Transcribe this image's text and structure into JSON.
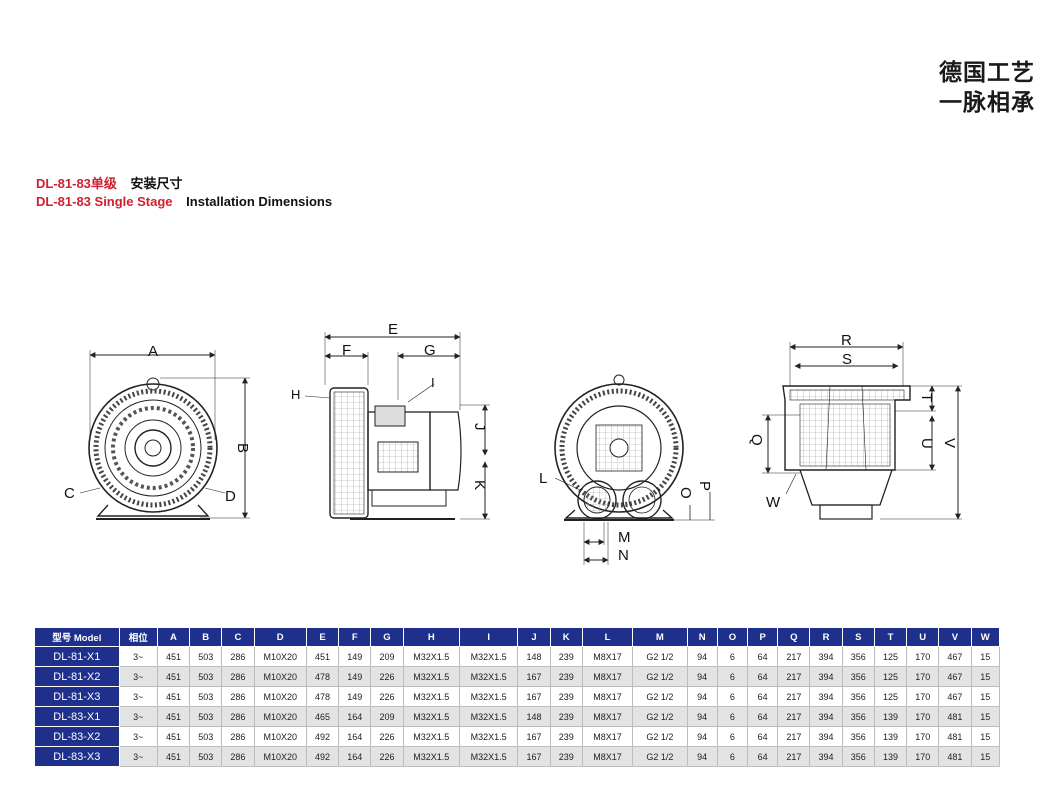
{
  "slogan": {
    "line1": "德国工艺",
    "line2": "一脉相承"
  },
  "heading": {
    "cn_model": "DL-81-83单级",
    "cn_title": "安装尺寸",
    "en_model": "DL-81-83 Single Stage",
    "en_title": "Installation Dimensions"
  },
  "drawing_labels": {
    "front": {
      "A": "A",
      "B": "B",
      "C": "C",
      "D": "D"
    },
    "side": {
      "E": "E",
      "F": "F",
      "G": "G",
      "H": "H",
      "I": "I",
      "J": "J",
      "K": "K"
    },
    "back": {
      "L": "L",
      "M": "M",
      "N": "N",
      "O": "O",
      "P": "P"
    },
    "top": {
      "R": "R",
      "S": "S",
      "T": "T",
      "U": "U",
      "V": "V",
      "Q": "Q",
      "W": "W"
    }
  },
  "table": {
    "headers": [
      "型号 Model",
      "相位",
      "A",
      "B",
      "C",
      "D",
      "E",
      "F",
      "G",
      "H",
      "I",
      "J",
      "K",
      "L",
      "M",
      "N",
      "O",
      "P",
      "Q",
      "R",
      "S",
      "T",
      "U",
      "V",
      "W"
    ],
    "rows": [
      [
        "DL-81-X1",
        "3~",
        "451",
        "503",
        "286",
        "M10X20",
        "451",
        "149",
        "209",
        "M32X1.5",
        "M32X1.5",
        "148",
        "239",
        "M8X17",
        "G2 1/2",
        "94",
        "6",
        "64",
        "217",
        "394",
        "356",
        "125",
        "170",
        "467",
        "15"
      ],
      [
        "DL-81-X2",
        "3~",
        "451",
        "503",
        "286",
        "M10X20",
        "478",
        "149",
        "226",
        "M32X1.5",
        "M32X1.5",
        "167",
        "239",
        "M8X17",
        "G2 1/2",
        "94",
        "6",
        "64",
        "217",
        "394",
        "356",
        "125",
        "170",
        "467",
        "15"
      ],
      [
        "DL-81-X3",
        "3~",
        "451",
        "503",
        "286",
        "M10X20",
        "478",
        "149",
        "226",
        "M32X1.5",
        "M32X1.5",
        "167",
        "239",
        "M8X17",
        "G2 1/2",
        "94",
        "6",
        "64",
        "217",
        "394",
        "356",
        "125",
        "170",
        "467",
        "15"
      ],
      [
        "DL-83-X1",
        "3~",
        "451",
        "503",
        "286",
        "M10X20",
        "465",
        "164",
        "209",
        "M32X1.5",
        "M32X1.5",
        "148",
        "239",
        "M8X17",
        "G2 1/2",
        "94",
        "6",
        "64",
        "217",
        "394",
        "356",
        "139",
        "170",
        "481",
        "15"
      ],
      [
        "DL-83-X2",
        "3~",
        "451",
        "503",
        "286",
        "M10X20",
        "492",
        "164",
        "226",
        "M32X1.5",
        "M32X1.5",
        "167",
        "239",
        "M8X17",
        "G2 1/2",
        "94",
        "6",
        "64",
        "217",
        "394",
        "356",
        "139",
        "170",
        "481",
        "15"
      ],
      [
        "DL-83-X3",
        "3~",
        "451",
        "503",
        "286",
        "M10X20",
        "492",
        "164",
        "226",
        "M32X1.5",
        "M32X1.5",
        "167",
        "239",
        "M8X17",
        "G2 1/2",
        "94",
        "6",
        "64",
        "217",
        "394",
        "356",
        "139",
        "170",
        "481",
        "15"
      ]
    ]
  }
}
